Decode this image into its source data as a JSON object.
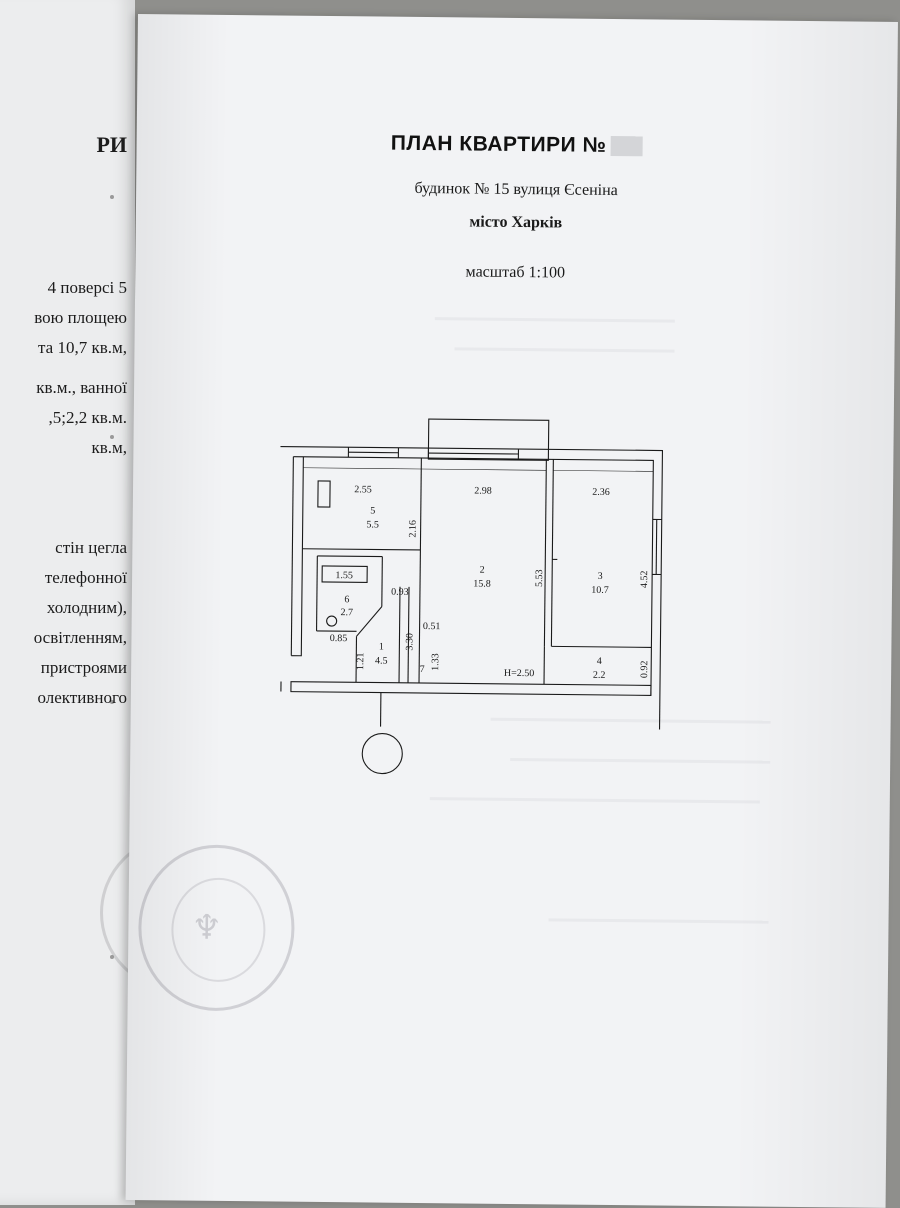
{
  "document": {
    "title": "ПЛАН КВАРТИРИ №",
    "address_line": "будинок № 15   вулиця Єсеніна",
    "city_line": "місто Харків",
    "scale_line": "масштаб 1:100"
  },
  "left_page_fragments": [
    "РИ",
    "4  поверсі  5",
    "вою  площею",
    "та  10,7  кв.м,",
    "кв.м.,  ванної",
    ",5;2,2  кв.м.",
    "кв.м,",
    "стін  цегла",
    "телефонної",
    "холодним),",
    "освітленням,",
    "пристроями",
    "олективного"
  ],
  "floor_plan": {
    "rooms": [
      {
        "number": "1",
        "area": "4.5"
      },
      {
        "number": "2",
        "area": "15.8"
      },
      {
        "number": "3",
        "area": "10.7"
      },
      {
        "number": "4",
        "area": "2.2"
      },
      {
        "number": "5",
        "area": "5.5"
      },
      {
        "number": "6",
        "area": "2.7"
      }
    ],
    "dimensions": {
      "kitchen_width": "2.55",
      "living_width": "2.98",
      "bedroom_width": "2.36",
      "kitchen_depth": "2.16",
      "living_depth": "5.53",
      "bedroom_depth": "4.52",
      "bath_width": "1.55",
      "bath_door": "0.93",
      "bath_bottom": "0.85",
      "hall_height": "3.30",
      "hall_door": "0.51",
      "entry_height": "1.21",
      "corridor_height": "1.33",
      "closet_height": "0.92",
      "closet_number": "7"
    },
    "ceiling_height": "Н=2.50"
  }
}
